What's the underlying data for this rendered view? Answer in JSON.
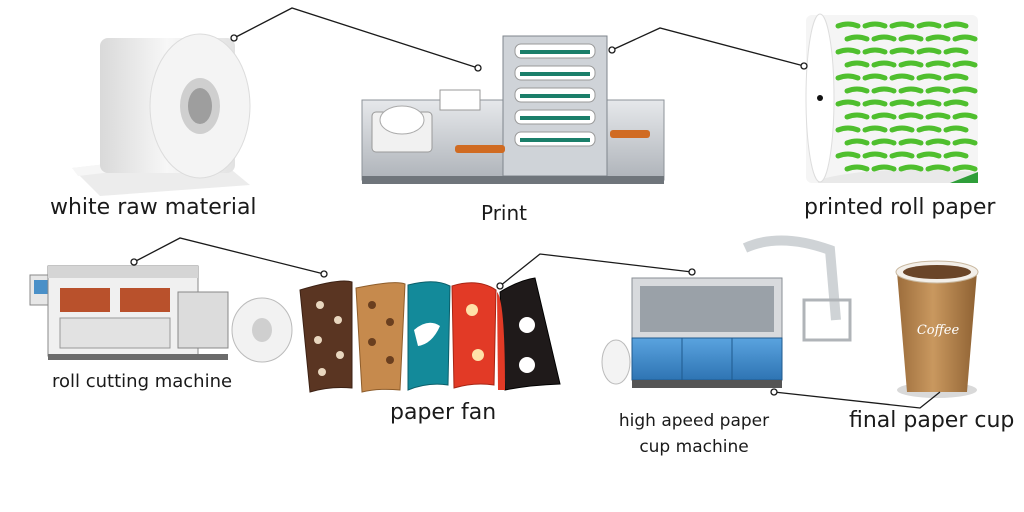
{
  "labels": {
    "white_raw_material": "white raw material",
    "print": "Print",
    "printed_roll_paper": "printed roll paper",
    "roll_cutting_machine": "roll cutting machine",
    "paper_fan": "paper fan",
    "cup_machine": "high apeed paper cup machine",
    "final_paper_cup": "final paper cup"
  },
  "product_text": {
    "cup_logo": "Coffee"
  },
  "colors": {
    "leader_line": "#1a1a1a",
    "machine_blue": "#3a86c8",
    "roll_green": "#4fbf2e",
    "cup_brown": "#b8874f"
  }
}
